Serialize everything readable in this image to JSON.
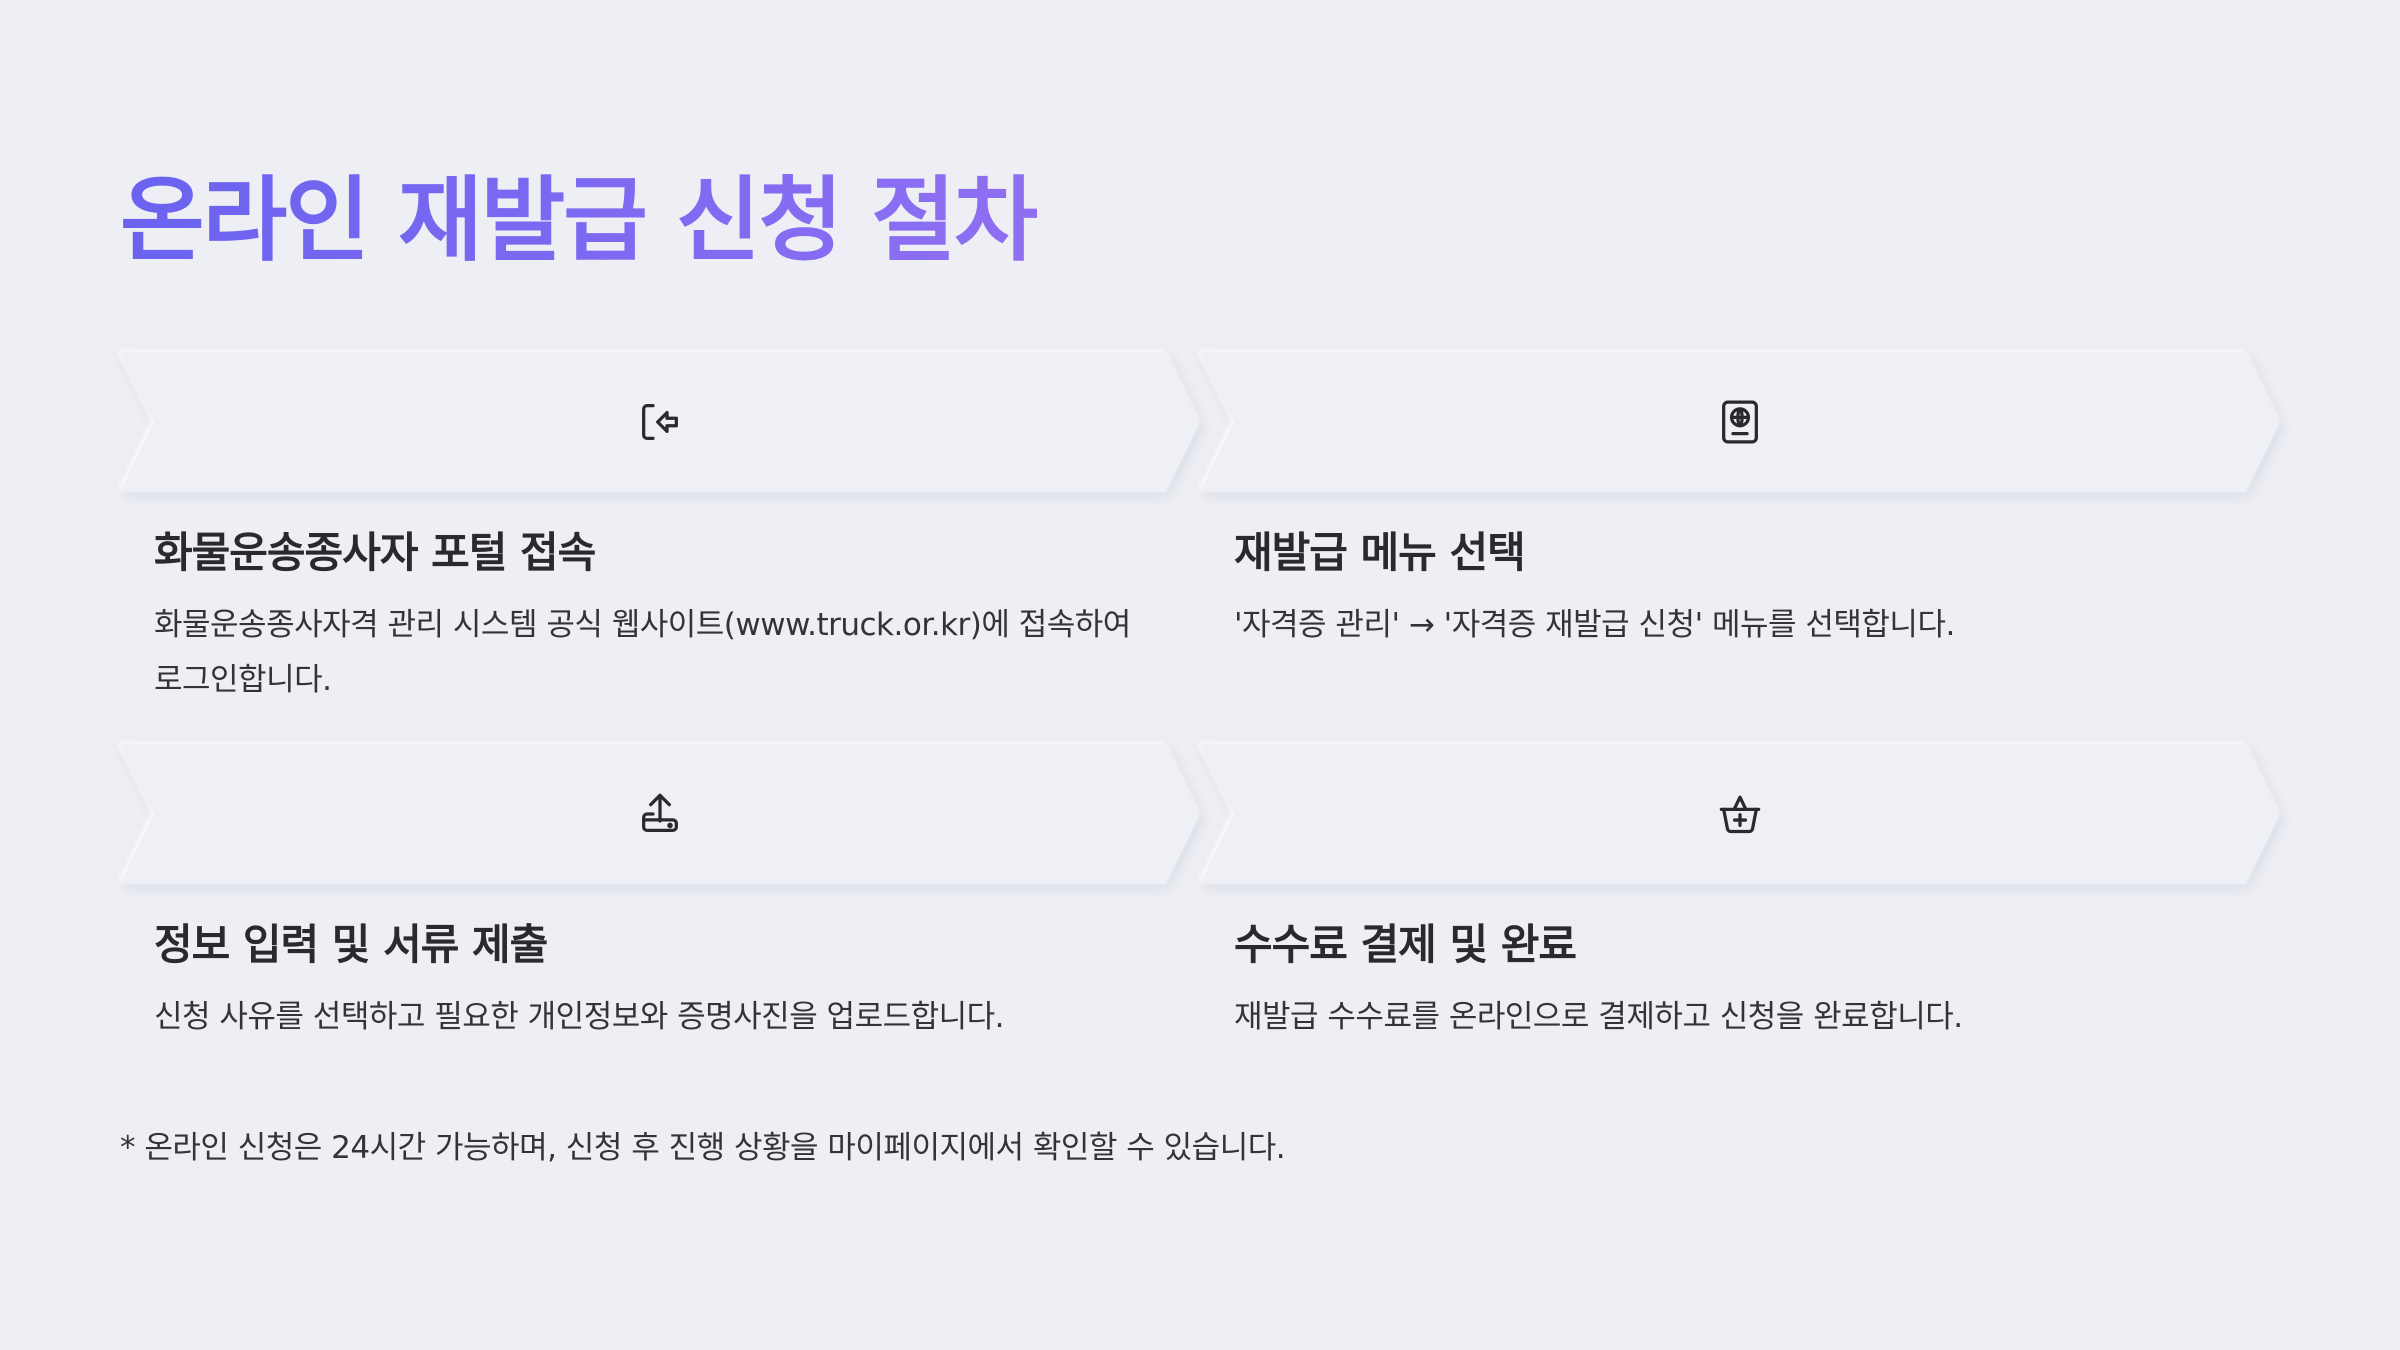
{
  "title": "온라인 재발급 신청 절차",
  "steps": [
    {
      "icon": "login-arrow-icon",
      "title": "화물운송종사자 포털 접속",
      "description": "화물운송종사자격 관리 시스템 공식 웹사이트(www.truck.or.kr)에 접속하여 로그인합니다."
    },
    {
      "icon": "passport-globe-icon",
      "title": "재발급 메뉴 선택",
      "description": "'자격증 관리' → '자격증 재발급 신청' 메뉴를 선택합니다."
    },
    {
      "icon": "upload-tray-icon",
      "title": "정보 입력 및 서류 제출",
      "description": "신청 사유를 선택하고 필요한 개인정보와 증명사진을 업로드합니다."
    },
    {
      "icon": "basket-plus-icon",
      "title": "수수료 결제 및 완료",
      "description": "재발급 수수료를 온라인으로 결제하고 신청을 완료합니다."
    }
  ],
  "footnote": "* 온라인 신청은 24시간 가능하며, 신청 후 진행 상황을 마이페이지에서 확인할 수 있습니다.",
  "colors": {
    "background": "#eeeff4",
    "title_gradient_start": "#6a63f0",
    "title_gradient_end": "#8f6ff2",
    "text": "#2a2a2e"
  }
}
